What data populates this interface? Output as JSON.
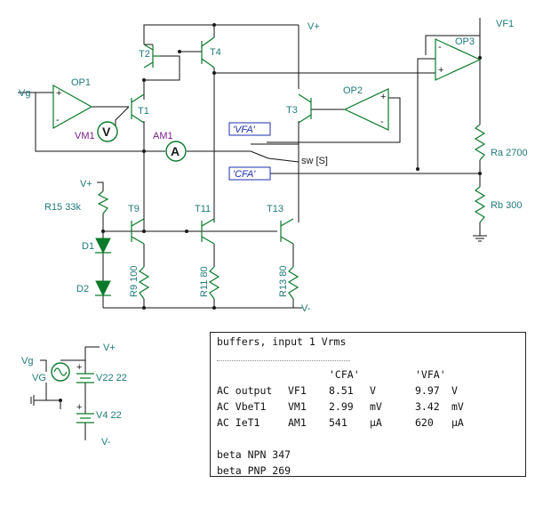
{
  "colors": {
    "wire": "#111111",
    "component": "#0a7a2a",
    "label": "#1f7a7a",
    "meter": "#7a1f8a",
    "switch_label": "#1c2fb0"
  },
  "labels": {
    "vplus_top": "V+",
    "vf1": "VF1",
    "op3": "OP3",
    "vg": "Vg",
    "op1": "OP1",
    "t1": "T1",
    "t2": "T2",
    "t4": "T4",
    "t3": "T3",
    "op2": "OP2",
    "vm1": "VM1",
    "am1": "AM1",
    "vfa_tag": "'VFA'",
    "cfa_tag": "'CFA'",
    "sw": "sw [S]",
    "ra": "Ra 2700",
    "rb": "Rb 300",
    "vplus_r15": "V+",
    "r15": "R15 33k",
    "t9": "T9",
    "t11": "T11",
    "t13": "T13",
    "d1": "D1",
    "d2": "D2",
    "r9": "R9 100",
    "r11": "R11 80",
    "r13": "R13 80",
    "vminus": "V-",
    "vg_src": "Vg",
    "vg_name": "VG",
    "vplus_src": "V+",
    "v22": "V22 22",
    "v4": "V4 22",
    "vminus_src": "V-",
    "plus": "+",
    "minus": "-",
    "meter_v": "V",
    "meter_a": "A"
  },
  "results": {
    "title": "buffers, input 1 Vrms",
    "header_cfa": "'CFA'",
    "header_vfa": "'VFA'",
    "rows": [
      {
        "label": "AC output",
        "node": "VF1",
        "cfa": "8.51",
        "cfa_unit": "V",
        "vfa": "9.97",
        "vfa_unit": "V"
      },
      {
        "label": "AC VbeT1",
        "node": "VM1",
        "cfa": "2.99",
        "cfa_unit": "mV",
        "vfa": "3.42",
        "vfa_unit": "mV"
      },
      {
        "label": "AC IeT1",
        "node": "AM1",
        "cfa": "541",
        "cfa_unit": "µA",
        "vfa": "620",
        "vfa_unit": "µA"
      }
    ],
    "beta_npn": "beta NPN 347",
    "beta_pnp": "beta PNP 269"
  }
}
